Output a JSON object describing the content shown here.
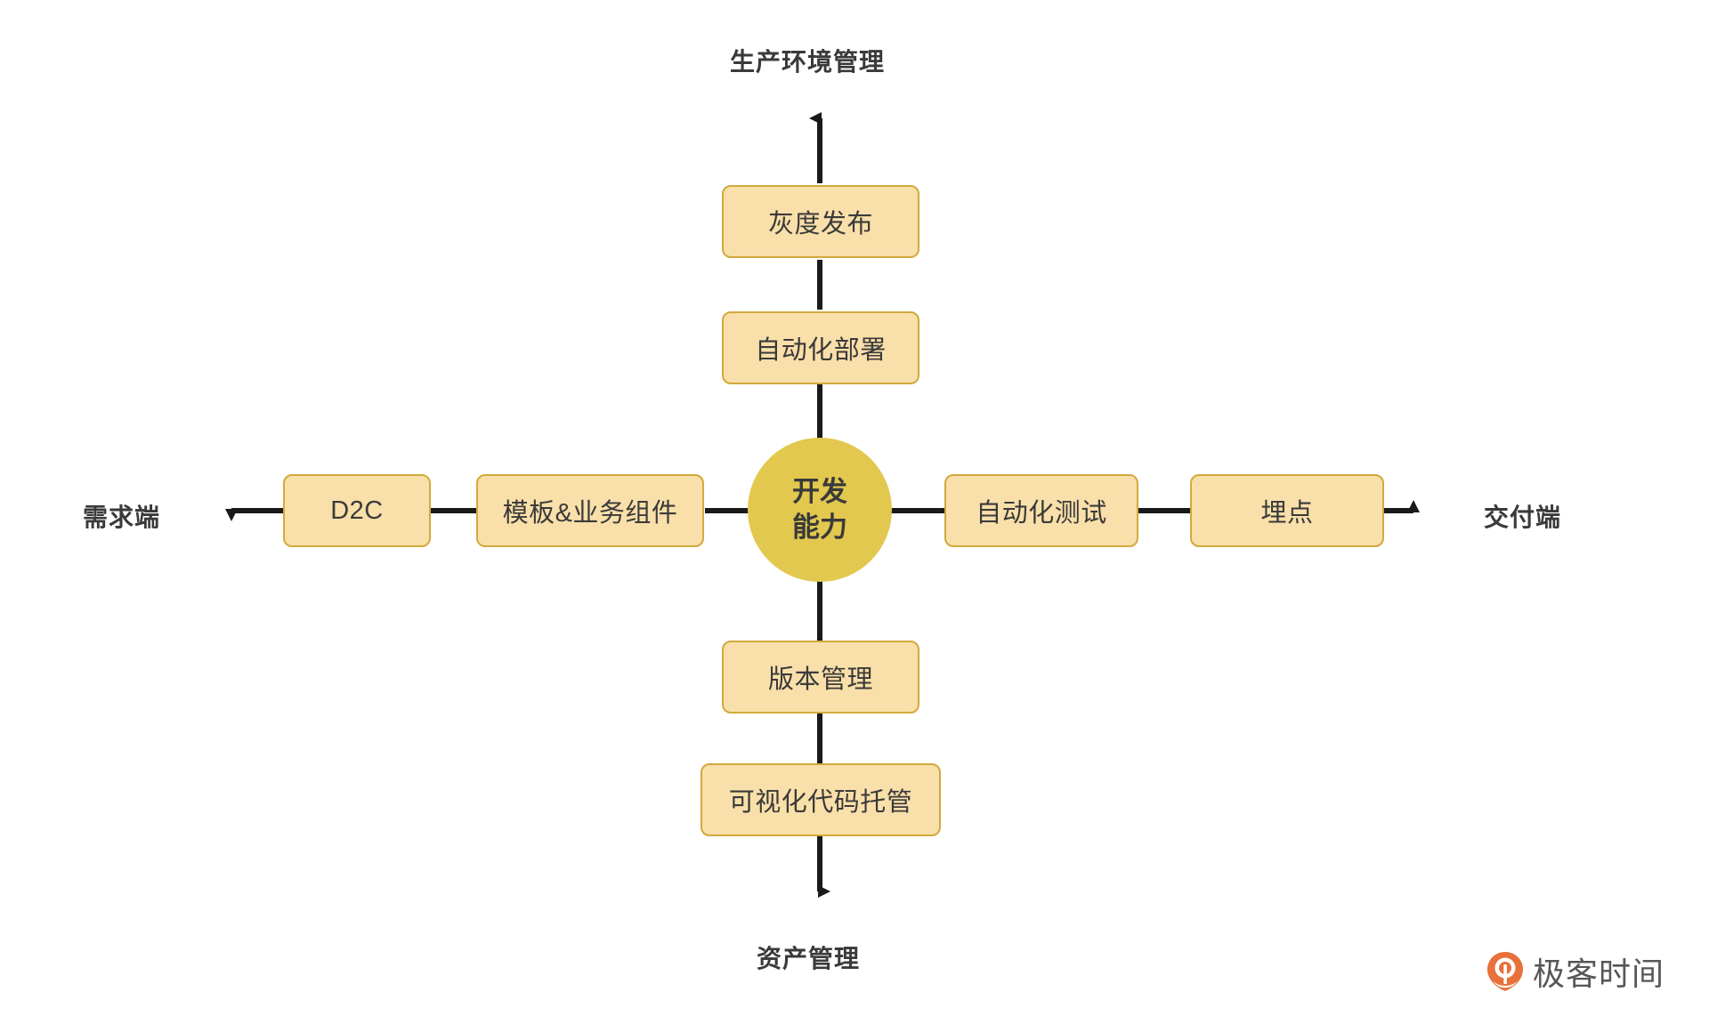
{
  "diagram": {
    "title": "开发能力",
    "hub": {
      "line1": "开发",
      "line2": "能力",
      "color": "#E2C84E"
    },
    "axis_labels": {
      "top": "生产环境管理",
      "bottom": "资产管理",
      "left": "需求端",
      "right": "交付端"
    },
    "branches": {
      "top": [
        {
          "label": "灰度发布"
        },
        {
          "label": "自动化部署"
        }
      ],
      "bottom": [
        {
          "label": "版本管理"
        },
        {
          "label": "可视化代码托管"
        }
      ],
      "left": [
        {
          "label": "模板&业务组件"
        },
        {
          "label": "D2C"
        }
      ],
      "right": [
        {
          "label": "自动化测试"
        },
        {
          "label": "埋点"
        }
      ]
    },
    "style": {
      "node_fill": "#F9DFA9",
      "node_border": "#D2A93C",
      "line_color": "#1A1A1A",
      "text_color": "#3A3A3A"
    }
  },
  "watermark": {
    "brand": "极客时间",
    "logo_color": "#E8703A"
  }
}
